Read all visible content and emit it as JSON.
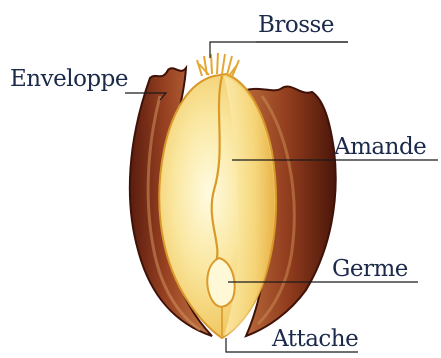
{
  "labels": {
    "brosse": "Brosse",
    "enveloppe": "Enveloppe",
    "amande": "Amande",
    "germe": "Germe",
    "attache": "Attache"
  },
  "colors": {
    "husk_dark": "#5a1c0e",
    "husk_mid": "#8e3a1c",
    "husk_light": "#b8683a",
    "endosperm_light": "#fff5c4",
    "endosperm_mid": "#f6d77a",
    "endosperm_dark": "#e9b64a",
    "crease": "#d99a2a",
    "label_text": "#1c2a4a"
  }
}
